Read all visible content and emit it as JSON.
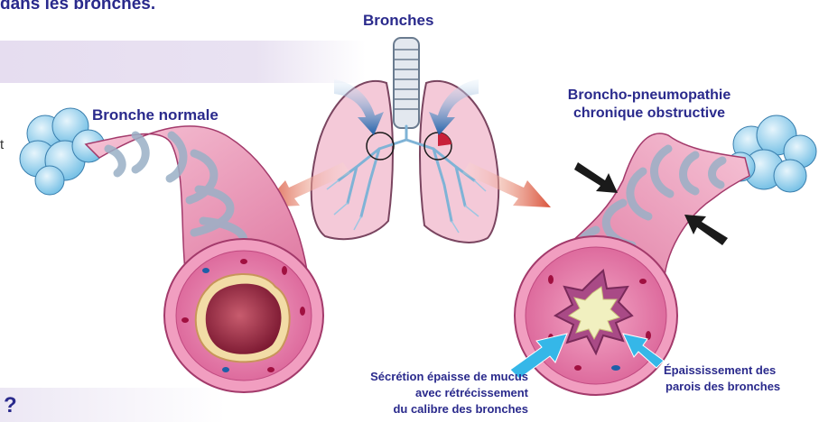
{
  "header_fragment": "dans les bronches.",
  "left_fragment": "t",
  "bottom_fragment": "?",
  "labels": {
    "bronches": "Bronches",
    "normal": "Bronche normale",
    "copd_line1": "Broncho-pneumopathie",
    "copd_line2": "chronique obstructive",
    "mucus_line1": "Sécrétion épaisse de mucus",
    "mucus_line2": "avec rétrécissement",
    "mucus_line3": "du calibre des bronches",
    "wall_line1": "Épaississement des",
    "wall_line2": "parois des bronches"
  },
  "colors": {
    "text": "#2a2a8c",
    "band": "#e6ddf0",
    "tissue": "#e87fa8",
    "tissue_dark": "#b0306a",
    "lumen_normal": "#8a1e36",
    "mucus": "#f1f0c0",
    "cartilage": "#b8c7d6",
    "arrow_blue": "#1e5fa8",
    "arrow_red": "#d9533b",
    "arrow_cyan": "#35b7e8",
    "arrow_black": "#1a1a1a"
  }
}
